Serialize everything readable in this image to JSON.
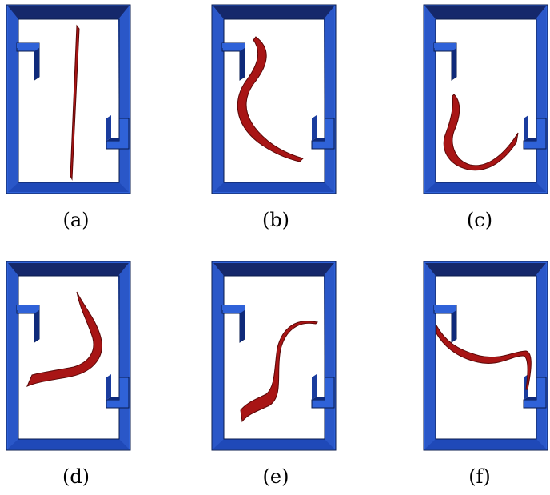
{
  "panels": [
    {
      "label": "(a)"
    },
    {
      "label": "(b)"
    },
    {
      "label": "(c)"
    },
    {
      "label": "(d)"
    },
    {
      "label": "(e)"
    },
    {
      "label": "(f)"
    }
  ],
  "colors": {
    "wall_face": "#2f62d8",
    "wall_top": "#15286b",
    "wall_shade": "#0f2a7a",
    "ribbon_fill": "#a81515",
    "ribbon_dark": "#5a0707",
    "background": "#ffffff"
  }
}
